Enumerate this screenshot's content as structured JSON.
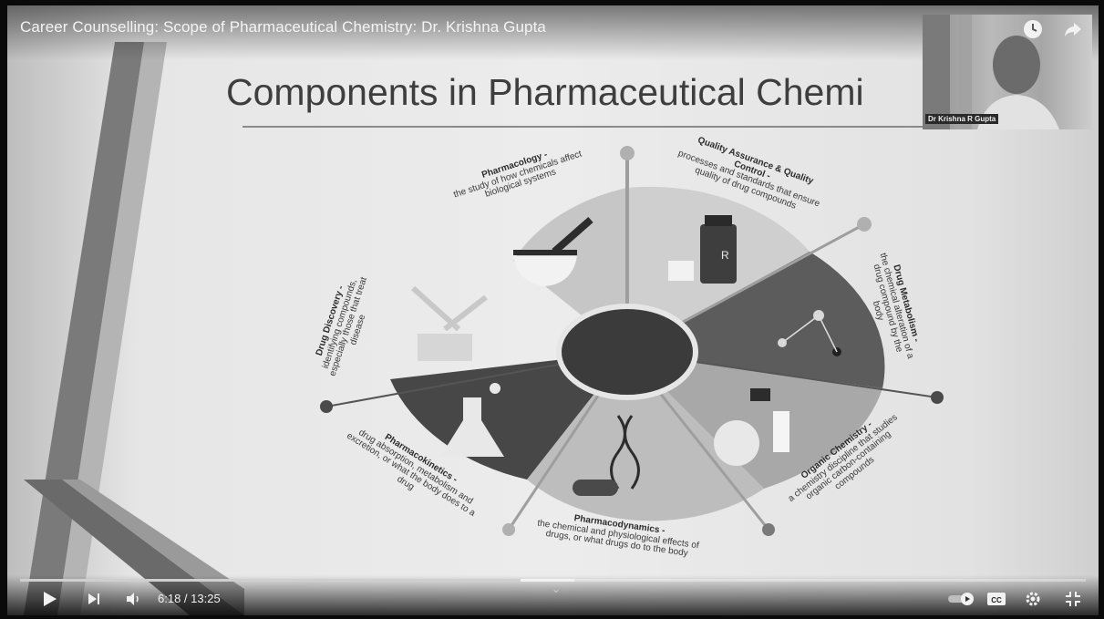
{
  "player": {
    "video_title": "Career Counselling: Scope of Pharmaceutical Chemistry: Dr. Krishna Gupta",
    "time_display": "6:18 / 13:25",
    "progress_fraction": 0.47,
    "buffered_fraction": 0.52,
    "icons": [
      "clock-icon",
      "share-icon",
      "play-icon",
      "next-icon",
      "volume-icon",
      "autoplay-toggle-icon",
      "captions-icon",
      "settings-icon",
      "exit-fullscreen-icon",
      "chevron-down-icon"
    ],
    "captions_label": "CC"
  },
  "webcam": {
    "label": "Dr Krishna R Gupta"
  },
  "slide": {
    "title": "Components in Pharmaceutical Chemi",
    "segments": [
      {
        "heading": "Pharmacology -",
        "text": "the study of how chemicals affect biological systems"
      },
      {
        "heading": "Quality Assurance & Quality Control -",
        "text": "processes and standards that ensure quality of drug compounds"
      },
      {
        "heading": "Drug Metabolism -",
        "text": "the chemical alteration of a drug compound by the body"
      },
      {
        "heading": "Organic Chemistry -",
        "text": "a chemistry discipline that studies organic carbon-containing compounds"
      },
      {
        "heading": "Pharmacodynamics -",
        "text": "the chemical and physiological effects of drugs, or what drugs do to the body"
      },
      {
        "heading": "Pharmacokinetics -",
        "text": "drug absorption, metabolism and excretion, or what the body does to a drug"
      },
      {
        "heading": "Drug Discovery -",
        "text": "identifying compounds, especially those that treat disease"
      }
    ],
    "rx_label": "R"
  },
  "colors": {
    "slide_bg": "#e6e6e6",
    "segment_light": "#c9c9c9",
    "segment_dark": "#5a5a5a",
    "hub": "#3b3b3b"
  }
}
